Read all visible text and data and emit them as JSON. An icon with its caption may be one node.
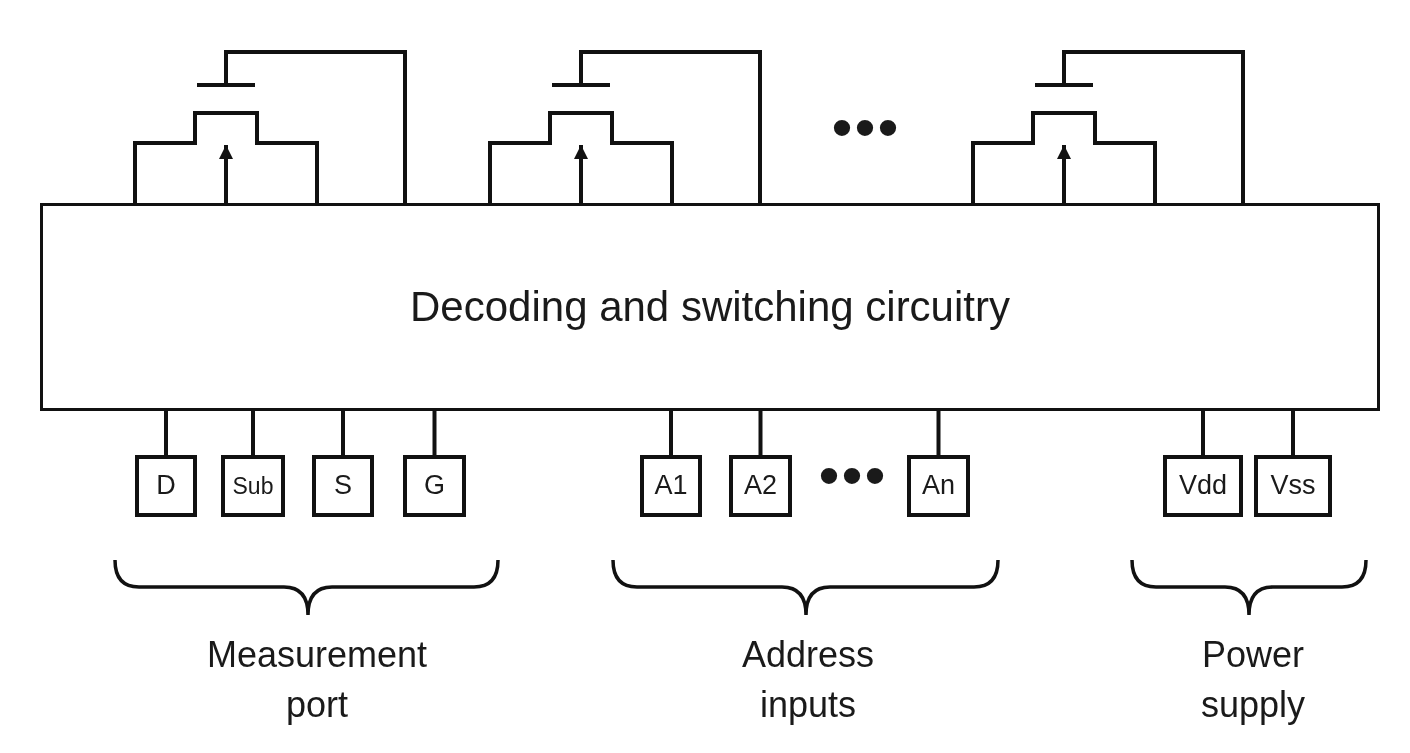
{
  "diagram": {
    "nodes": [
      {
        "text": [],
        "shape": "transistor"
      },
      {
        "text": [],
        "shape": "transistor"
      },
      {
        "text": [],
        "shape": "transistor"
      },
      {
        "text": [
          "Decoding and switching circuitry"
        ]
      },
      {
        "text": [
          "D"
        ]
      },
      {
        "text": [
          "Sub"
        ]
      },
      {
        "text": [
          "S"
        ]
      },
      {
        "text": [
          "G"
        ]
      },
      {
        "text": [
          "A1"
        ]
      },
      {
        "text": [
          "A2"
        ]
      },
      {
        "text": [
          "An"
        ]
      },
      {
        "text": [
          "Vdd"
        ]
      },
      {
        "text": [
          "Vss"
        ]
      }
    ],
    "edges": [
      {
        "from": 3,
        "to": 0,
        "arrow": "none"
      },
      {
        "from": 3,
        "to": 0,
        "arrow": "to"
      },
      {
        "from": 3,
        "to": 0,
        "arrow": "none"
      },
      {
        "from": 3,
        "to": 0,
        "arrow": "none"
      },
      {
        "from": 3,
        "to": 1,
        "arrow": "none"
      },
      {
        "from": 3,
        "to": 1,
        "arrow": "to"
      },
      {
        "from": 3,
        "to": 1,
        "arrow": "none"
      },
      {
        "from": 3,
        "to": 1,
        "arrow": "none"
      },
      {
        "from": 3,
        "to": 2,
        "arrow": "none"
      },
      {
        "from": 3,
        "to": 2,
        "arrow": "to"
      },
      {
        "from": 3,
        "to": 2,
        "arrow": "none"
      },
      {
        "from": 3,
        "to": 2,
        "arrow": "none"
      },
      {
        "from": 3,
        "to": 4,
        "arrow": "none"
      },
      {
        "from": 3,
        "to": 5,
        "arrow": "none"
      },
      {
        "from": 3,
        "to": 6,
        "arrow": "none"
      },
      {
        "from": 3,
        "to": 7,
        "arrow": "none"
      },
      {
        "from": 3,
        "to": 8,
        "arrow": "none"
      },
      {
        "from": 3,
        "to": 9,
        "arrow": "none"
      },
      {
        "from": 3,
        "to": 10,
        "arrow": "none"
      },
      {
        "from": 3,
        "to": 11,
        "arrow": "none"
      },
      {
        "from": 3,
        "to": 12,
        "arrow": "none"
      }
    ],
    "labels": [
      "•••",
      "•••",
      "Measurement port",
      "Address inputs",
      "Power supply"
    ]
  }
}
